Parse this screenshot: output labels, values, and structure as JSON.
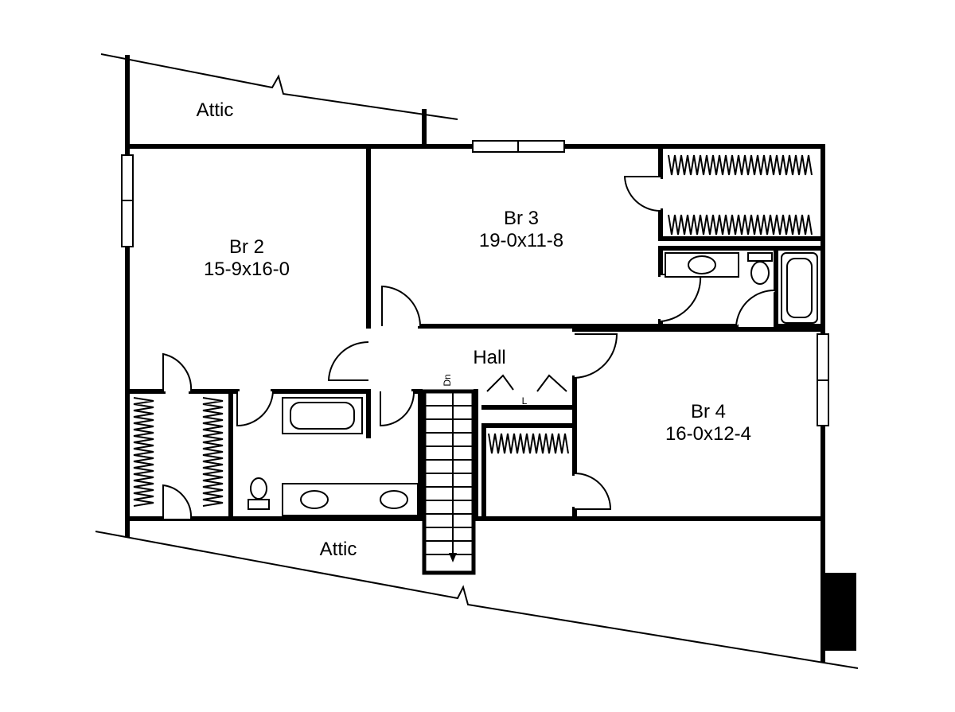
{
  "rooms": {
    "attic_top": {
      "name": "Attic"
    },
    "br2": {
      "name": "Br 2",
      "dims": "15-9x16-0"
    },
    "br3": {
      "name": "Br 3",
      "dims": "19-0x11-8"
    },
    "hall": {
      "name": "Hall"
    },
    "br4": {
      "name": "Br 4",
      "dims": "16-0x12-4"
    },
    "attic_bottom": {
      "name": "Attic"
    }
  },
  "stairs": {
    "label": "Dn"
  },
  "linen": {
    "label": "L"
  }
}
